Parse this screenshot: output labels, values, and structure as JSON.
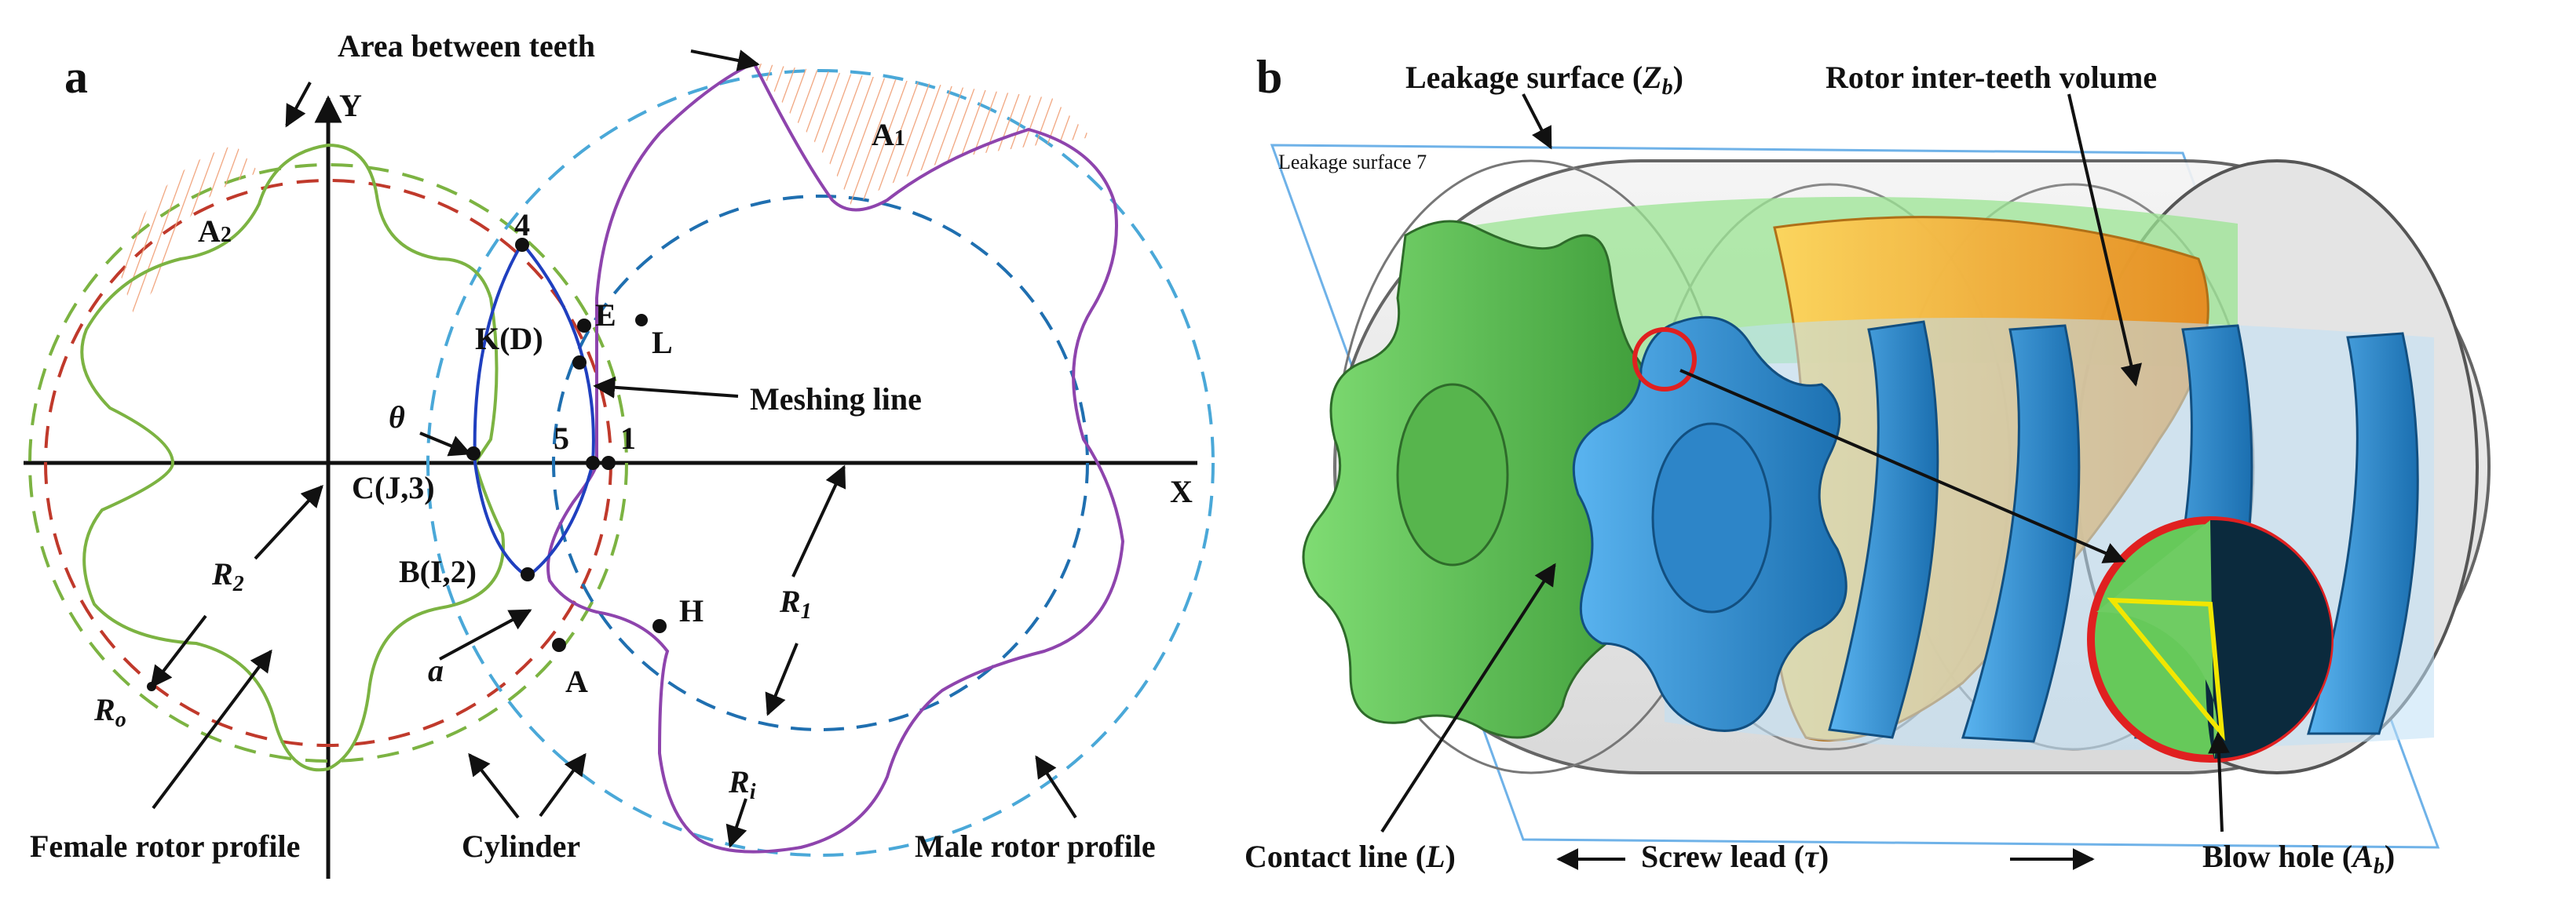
{
  "panel_a": {
    "panel_label": "a",
    "area_between_teeth": "Area between teeth",
    "a1": "A",
    "a1_sub": "1",
    "a2": "A",
    "a2_sub": "2",
    "axis_y": "Y",
    "axis_x": "X",
    "pt_4": "4",
    "pt_e": "E",
    "pt_l": "L",
    "pt_kd": "K(D)",
    "meshing_line": "Meshing line",
    "theta": "θ",
    "pt_5": "5",
    "pt_1": "1",
    "pt_c": "C(J,3)",
    "r2": "R",
    "r2_sub": "2",
    "r1": "R",
    "r1_sub": "1",
    "ri": "R",
    "ri_sub": "i",
    "ro": "R",
    "ro_sub": "o",
    "pt_b": "B(I,2)",
    "pt_h": "H",
    "a_small": "a",
    "pt_a": "A",
    "female_profile": "Female rotor profile",
    "cylinder": "Cylinder",
    "male_profile": "Male rotor profile",
    "colors": {
      "female": "#7cb342",
      "male": "#8e44ad",
      "meshing": "#1f3fbf",
      "cylinder": "#4aa8d8",
      "hatch": "#f0a27a",
      "pitch_red": "#c0392b"
    }
  },
  "panel_b": {
    "panel_label": "b",
    "leakage_surface": "Leakage surface (",
    "leakage_z": "Z",
    "leakage_z_sub": "b",
    "leakage_close": ")",
    "faint_leakage": "Leakage surface 7",
    "rotor_volume": "Rotor inter-teeth volume",
    "contact_line": "Contact line (",
    "contact_l": "L",
    "contact_close": ")",
    "screw_lead": "Screw lead (",
    "screw_tau": "τ",
    "screw_close": ")",
    "blow_hole": "Blow hole (",
    "blow_a": "A",
    "blow_a_sub": "b",
    "blow_close": ")",
    "colors": {
      "green_rotor": "#66c95a",
      "blue_rotor": "#2f8fd8",
      "orange_volume": "#f5a623",
      "highlight_ring": "#e02020",
      "blow_hole_yellow": "#f2e600",
      "dark_blue": "#0b2a3d"
    }
  }
}
